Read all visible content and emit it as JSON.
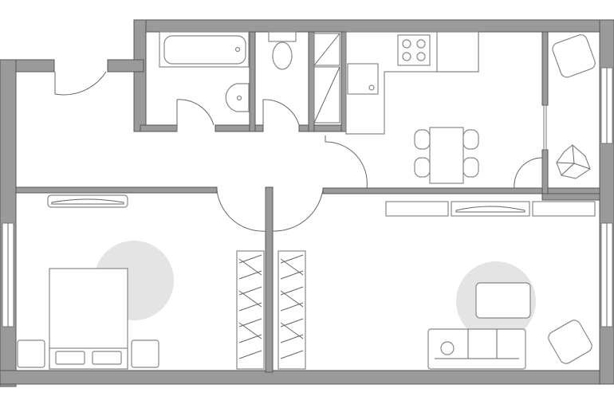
{
  "plan": {
    "colors": {
      "wall": "#9a9a9a",
      "wall_outline": "#555555",
      "rug": "#e4e4e4",
      "background": "#ffffff"
    },
    "rooms": [
      "hallway",
      "bathroom",
      "toilet",
      "closet",
      "kitchen",
      "balcony",
      "bedroom",
      "living-room"
    ]
  }
}
